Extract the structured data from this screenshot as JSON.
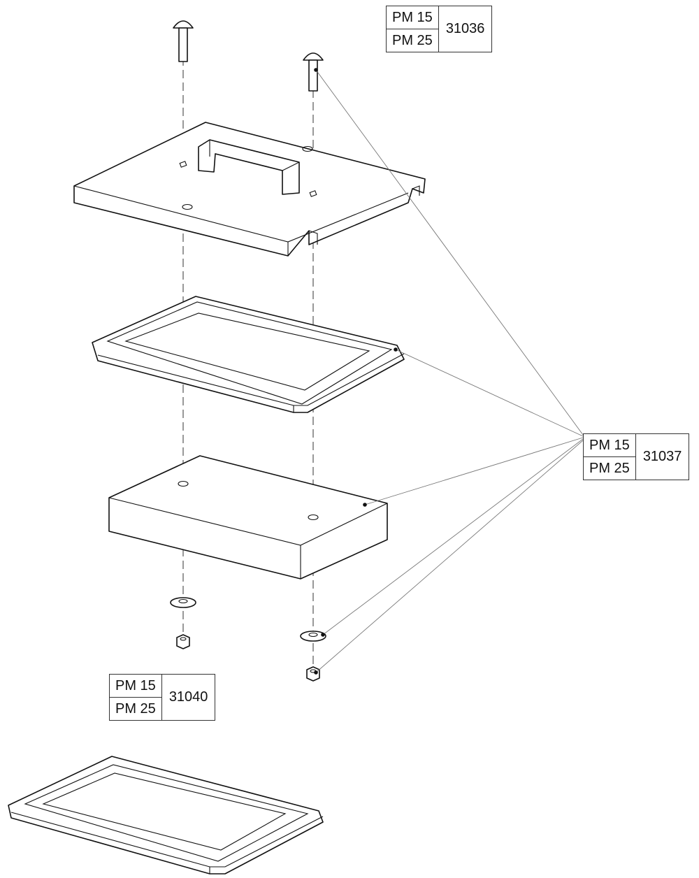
{
  "callouts": [
    {
      "id": "31036",
      "models": [
        "PM 15",
        "PM 25"
      ],
      "part_number": "31036"
    },
    {
      "id": "31037",
      "models": [
        "PM 15",
        "PM 25"
      ],
      "part_number": "31037"
    },
    {
      "id": "31040",
      "models": [
        "PM 15",
        "PM 25"
      ],
      "part_number": "31040"
    }
  ]
}
